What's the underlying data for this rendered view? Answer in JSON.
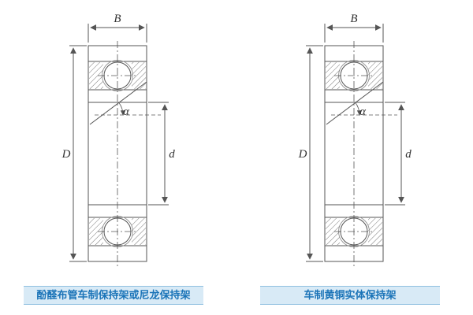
{
  "figure": {
    "left_bearing": {
      "width_label": "B",
      "outer_diameter_label": "D",
      "bore_label": "d",
      "contact_angle_label": "α",
      "caption": "酚醛布管车制保持架或尼龙保持架"
    },
    "right_bearing": {
      "width_label": "B",
      "outer_diameter_label": "D",
      "bore_label": "d",
      "contact_angle_label": "α",
      "caption": "车制黄铜实体保持架"
    },
    "colors": {
      "line": "#555555",
      "caption_background": "#d8eaf6",
      "caption_text": "#1b74b8",
      "caption_border": "#8fc0e0"
    }
  }
}
